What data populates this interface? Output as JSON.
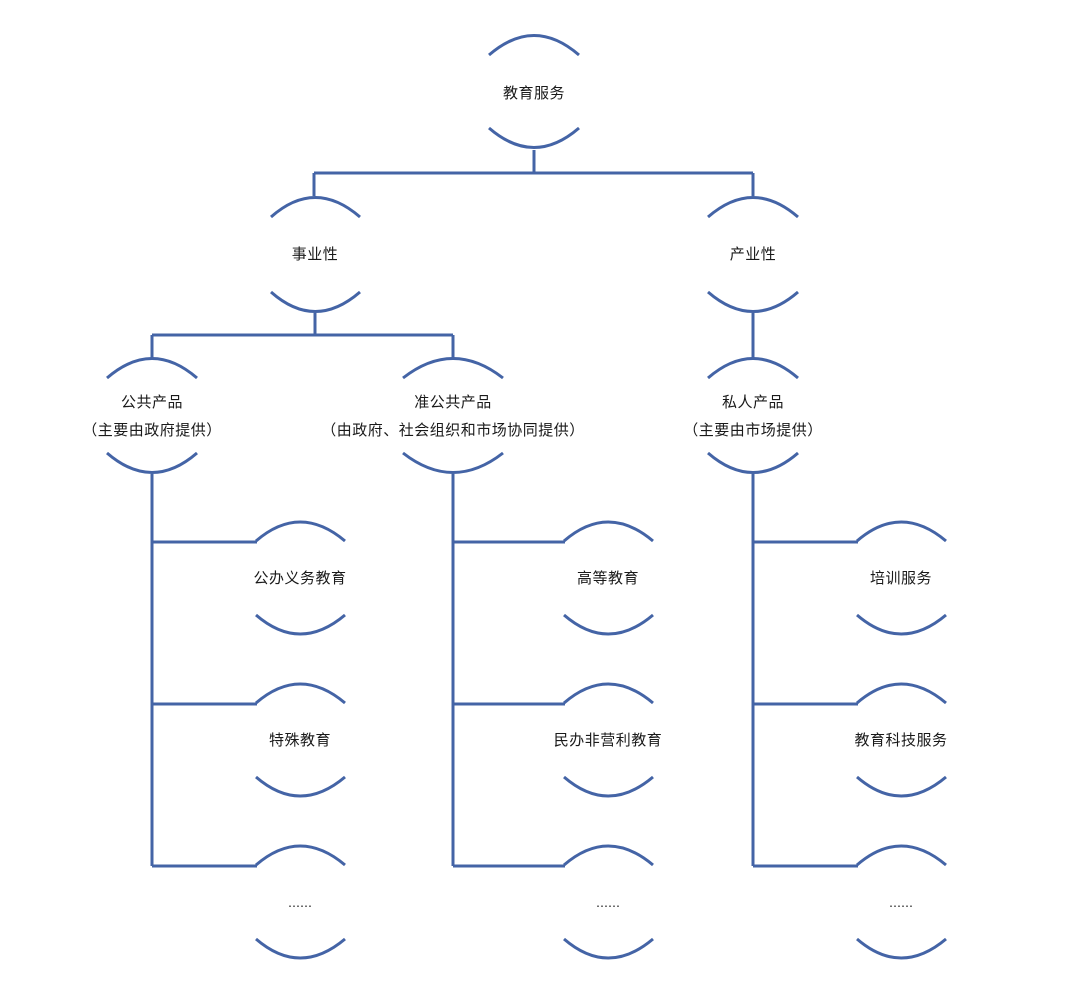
{
  "colors": {
    "line": "#4464a6",
    "text": "#1a1a1a",
    "background": "#ffffff"
  },
  "root": {
    "label": "教育服务"
  },
  "level1": {
    "left": {
      "label": "事业性"
    },
    "right": {
      "label": "产业性"
    }
  },
  "level2": {
    "public": {
      "label": "公共产品",
      "note": "（主要由政府提供）"
    },
    "quasi_public": {
      "label": "准公共产品",
      "note": "（由政府、社会组织和市场协同提供）"
    },
    "private": {
      "label": "私人产品",
      "note": "（主要由市场提供）"
    }
  },
  "leaves": {
    "public": [
      "公办义务教育",
      "特殊教育",
      "……"
    ],
    "quasi_public": [
      "高等教育",
      "民办非营利教育",
      "……"
    ],
    "private": [
      "培训服务",
      "教育科技服务",
      "……"
    ]
  }
}
